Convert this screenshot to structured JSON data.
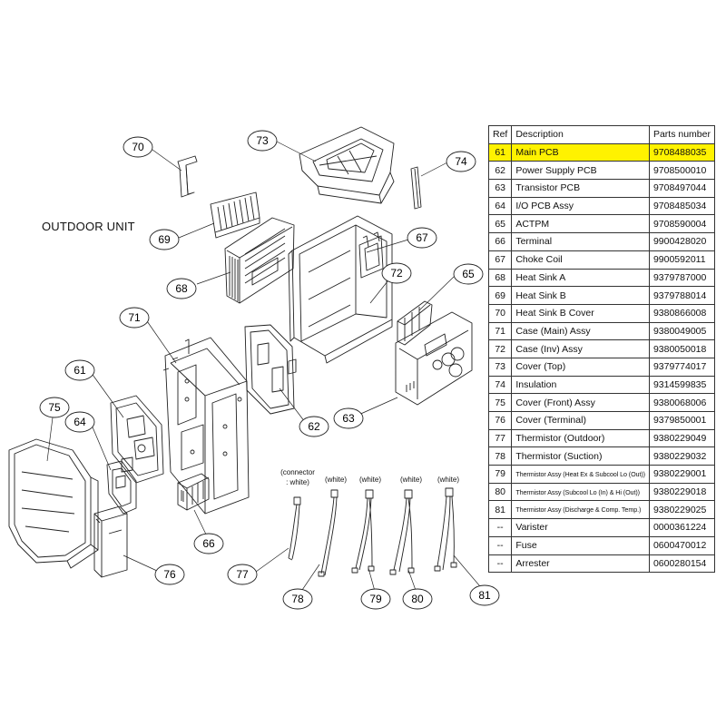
{
  "title": "OUTDOOR UNIT",
  "colors": {
    "highlight": "#fff200",
    "line": "#222222"
  },
  "table": {
    "headers": {
      "ref": "Ref",
      "description": "Description",
      "parts_number": "Parts number"
    },
    "rows": [
      {
        "ref": "61",
        "description": "Main PCB",
        "parts_number": "9708488035",
        "highlighted": true
      },
      {
        "ref": "62",
        "description": "Power Supply PCB",
        "parts_number": "9708500010"
      },
      {
        "ref": "63",
        "description": "Transistor PCB",
        "parts_number": "9708497044"
      },
      {
        "ref": "64",
        "description": "I/O PCB Assy",
        "parts_number": "9708485034"
      },
      {
        "ref": "65",
        "description": "ACTPM",
        "parts_number": "9708590004"
      },
      {
        "ref": "66",
        "description": "Terminal",
        "parts_number": "9900428020"
      },
      {
        "ref": "67",
        "description": "Choke Coil",
        "parts_number": "9900592011"
      },
      {
        "ref": "68",
        "description": "Heat Sink A",
        "parts_number": "9379787000"
      },
      {
        "ref": "69",
        "description": "Heat Sink B",
        "parts_number": "9379788014"
      },
      {
        "ref": "70",
        "description": "Heat Sink B Cover",
        "parts_number": "9380866008"
      },
      {
        "ref": "71",
        "description": "Case (Main) Assy",
        "parts_number": "9380049005"
      },
      {
        "ref": "72",
        "description": "Case (Inv) Assy",
        "parts_number": "9380050018"
      },
      {
        "ref": "73",
        "description": "Cover (Top)",
        "parts_number": "9379774017"
      },
      {
        "ref": "74",
        "description": "Insulation",
        "parts_number": "9314599835"
      },
      {
        "ref": "75",
        "description": "Cover (Front) Assy",
        "parts_number": "9380068006"
      },
      {
        "ref": "76",
        "description": "Cover (Terminal)",
        "parts_number": "9379850001"
      },
      {
        "ref": "77",
        "description": "Thermistor (Outdoor)",
        "parts_number": "9380229049"
      },
      {
        "ref": "78",
        "description": "Thermistor (Suction)",
        "parts_number": "9380229032"
      },
      {
        "ref": "79",
        "description": "Thermistor Assy (Heat Ex & Subcool Lo (Out))",
        "parts_number": "9380229001",
        "small": true
      },
      {
        "ref": "80",
        "description": "Thermistor Assy (Subcool Lo (In) & Hi (Out))",
        "parts_number": "9380229018",
        "small": true
      },
      {
        "ref": "81",
        "description": "Thermistor Assy (Discharge & Comp. Temp.)",
        "parts_number": "9380229025",
        "small": true
      },
      {
        "ref": "--",
        "description": "Varister",
        "parts_number": "0000361224"
      },
      {
        "ref": "--",
        "description": "Fuse",
        "parts_number": "0600470012"
      },
      {
        "ref": "--",
        "description": "Arrester",
        "parts_number": "0600280154"
      }
    ]
  },
  "callouts": [
    "61",
    "62",
    "63",
    "64",
    "65",
    "66",
    "67",
    "68",
    "69",
    "70",
    "71",
    "72",
    "73",
    "74",
    "75",
    "76",
    "77",
    "78",
    "79",
    "80",
    "81"
  ],
  "wire_labels": {
    "w77_line1": "(connector",
    "w77_line2": ": white)",
    "w78": "(white)",
    "w79": "(white)",
    "w80": "(white)",
    "w81": "(white)"
  }
}
